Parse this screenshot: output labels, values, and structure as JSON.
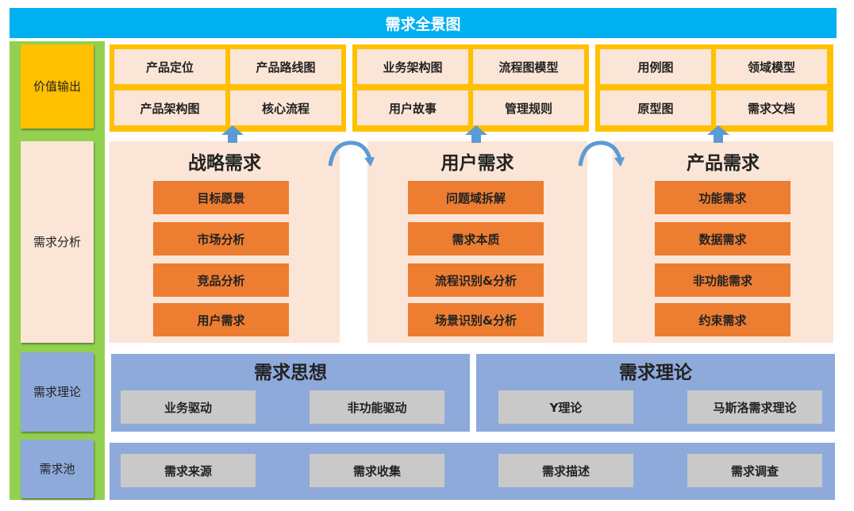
{
  "title": "需求全景图",
  "sidebar": {
    "value_output": "价值输出",
    "analysis": "需求分析",
    "theory": "需求理论",
    "pool": "需求池"
  },
  "outputs": [
    [
      "产品定位",
      "产品路线图",
      "产品架构图",
      "核心流程"
    ],
    [
      "业务架构图",
      "流程图模型",
      "用户故事",
      "管理规则"
    ],
    [
      "用例图",
      "领域模型",
      "原型图",
      "需求文档"
    ]
  ],
  "analysis": [
    {
      "title": "战略需求",
      "items": [
        "目标愿景",
        "市场分析",
        "竞品分析",
        "用户需求"
      ]
    },
    {
      "title": "用户需求",
      "items": [
        "问题域拆解",
        "需求本质",
        "流程识别&分析",
        "场景识别&分析"
      ]
    },
    {
      "title": "产品需求",
      "items": [
        "功能需求",
        "数据需求",
        "非功能需求",
        "约束需求"
      ]
    }
  ],
  "theory": [
    {
      "title": "需求思想",
      "items": [
        "业务驱动",
        "非功能驱动"
      ]
    },
    {
      "title": "需求理论",
      "items": [
        "Y理论",
        "马斯洛需求理论"
      ]
    }
  ],
  "pool": [
    "需求来源",
    "需求收集",
    "需求描述",
    "需求调查"
  ],
  "colors": {
    "title": "#00b0f0",
    "side": "#92d050",
    "gold": "#ffc000",
    "pink": "#fbe5d6",
    "orange": "#ed7d31",
    "blue": "#8eaadb",
    "grey": "#c9c9c9",
    "arrow": "#5b9bd5"
  }
}
